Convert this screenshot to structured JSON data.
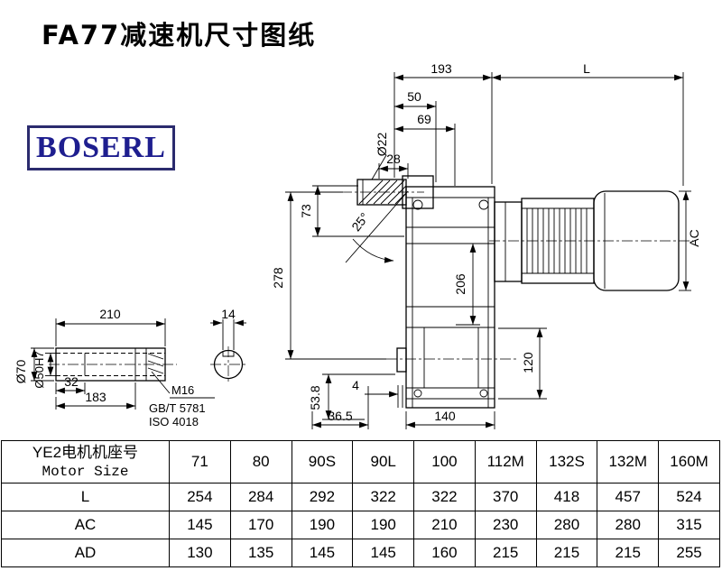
{
  "page": {
    "title": "FA77减速机尺寸图纸"
  },
  "logo": {
    "text": "BOSERL"
  },
  "drawing": {
    "dims": {
      "w193": "193",
      "L": "L",
      "w50": "50",
      "w69": "69",
      "d22": "Ø22",
      "w28": "28",
      "a25": "25°",
      "h73": "73",
      "h278": "278",
      "h206": "206",
      "AC": "AC",
      "h120": "120",
      "w4": "4",
      "w36_5": "36.5",
      "w140": "140",
      "h53_8": "53.8"
    },
    "shaft": {
      "w210": "210",
      "w14": "14",
      "d70": "Ø70",
      "d50": "Ø50H7",
      "w32": "32",
      "w183": "183",
      "m16": "M16",
      "gb": "GB/T 5781",
      "iso": "ISO 4018"
    }
  },
  "table": {
    "header": {
      "line1": "YE2电机机座号",
      "line2": "Motor Size"
    },
    "sizes": [
      "71",
      "80",
      "90S",
      "90L",
      "100",
      "112M",
      "132S",
      "132M",
      "160M"
    ],
    "rows": [
      {
        "label": "L",
        "values": [
          "254",
          "284",
          "292",
          "322",
          "322",
          "370",
          "418",
          "457",
          "524"
        ]
      },
      {
        "label": "AC",
        "values": [
          "145",
          "170",
          "190",
          "190",
          "210",
          "230",
          "280",
          "280",
          "315"
        ]
      },
      {
        "label": "AD",
        "values": [
          "130",
          "135",
          "145",
          "145",
          "160",
          "215",
          "215",
          "215",
          "255"
        ]
      }
    ]
  }
}
